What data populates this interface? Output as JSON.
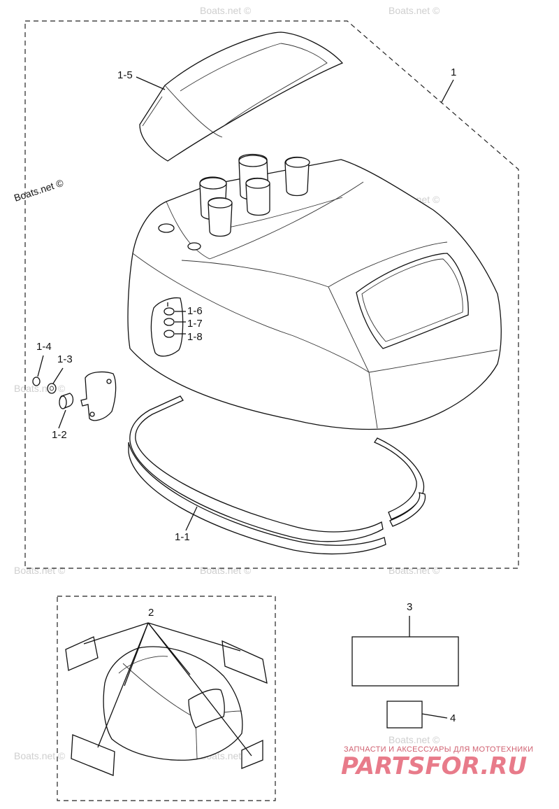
{
  "labels": {
    "l1": "1",
    "l1_5": "1-5",
    "l1_6": "1-6",
    "l1_7": "1-7",
    "l1_8": "1-8",
    "l1_4": "1-4",
    "l1_3": "1-3",
    "l1_2": "1-2",
    "l1_1": "1-1",
    "l2": "2",
    "l3": "3",
    "l4": "4"
  },
  "watermarks": {
    "primary": "Boats.net ©",
    "repeat": "Boats.net ©"
  },
  "brand": {
    "subtitle": "ЗАПЧАСТИ И АКСЕССУАРЫ ДЛЯ МОТОТЕХНИКИ",
    "name": "PARTSFOR.RU"
  }
}
